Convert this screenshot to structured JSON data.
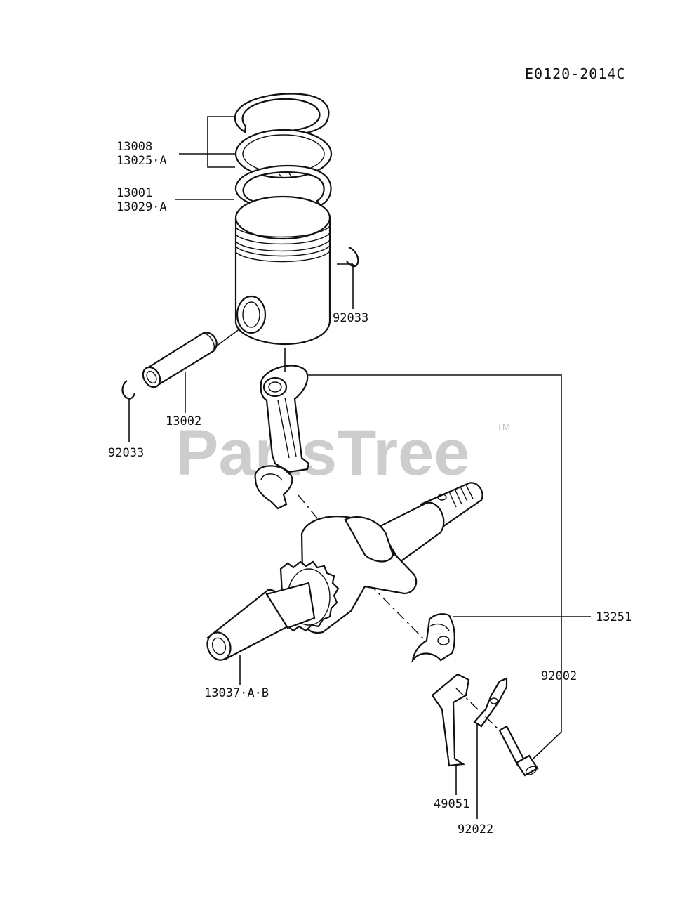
{
  "diagram_code": "E0120-2014C",
  "watermark": {
    "text": "PartsTree",
    "trademark": "TM"
  },
  "labels": {
    "ring_set_a": "13008",
    "ring_set_b": "13025·A",
    "piston_a": "13001",
    "piston_b": "13029·A",
    "snap_ring_right": "92033",
    "piston_pin": "13002",
    "snap_ring_left": "92033",
    "cap": "13251",
    "bolt": "92002",
    "crankshaft": "13037·A·B",
    "lock_plate": "49051",
    "washer": "92022"
  }
}
